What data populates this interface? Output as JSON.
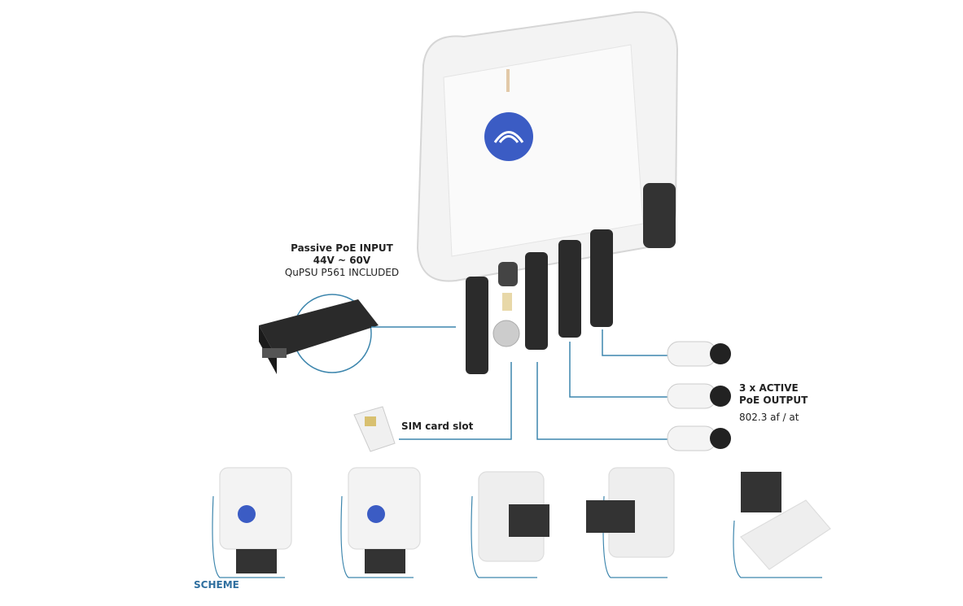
{
  "poe_input": {
    "title": "Passive PoE INPUT",
    "voltage": "44V ~ 60V",
    "psu": "QuPSU P561 INCLUDED"
  },
  "sim": {
    "label": "SIM card slot"
  },
  "poe_output": {
    "line1": "3 x ACTIVE",
    "line2": "PoE OUTPUT",
    "standard": "802.3 af / at"
  },
  "scheme_label": "SCHEME",
  "colors": {
    "line": "#3d86ad",
    "logo": "#3b5cc4",
    "device": "#f2f2f2"
  }
}
